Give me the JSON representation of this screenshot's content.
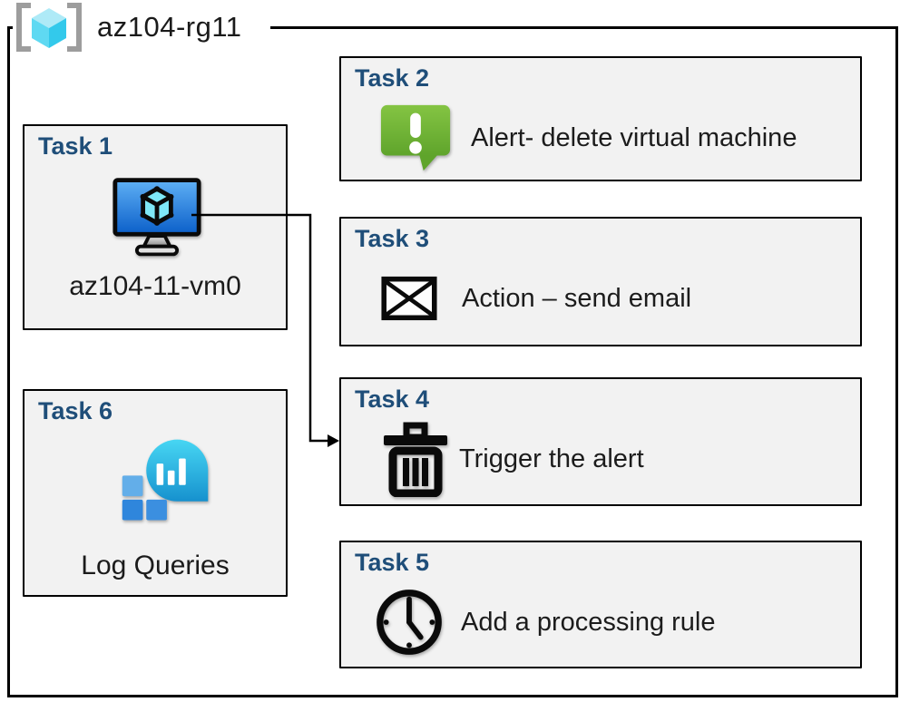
{
  "resource_group": {
    "name": "az104-rg11",
    "icon": "resource-group-icon"
  },
  "tasks": [
    {
      "title": "Task 1",
      "label": "az104-11-vm0",
      "icon": "virtual-machine-icon"
    },
    {
      "title": "Task 2",
      "label": "Alert- delete virtual machine",
      "icon": "alert-message-icon"
    },
    {
      "title": "Task 3",
      "label": "Action – send email",
      "icon": "email-envelope-icon"
    },
    {
      "title": "Task 4",
      "label": "Trigger the alert",
      "icon": "delete-trash-icon"
    },
    {
      "title": "Task 5",
      "label": "Add a processing rule",
      "icon": "clock-icon"
    },
    {
      "title": "Task 6",
      "label": "Log Queries",
      "icon": "log-analytics-icon"
    }
  ],
  "connector": {
    "from": "Task 1",
    "to": "Task 4",
    "style": "elbow-arrow"
  },
  "colors": {
    "task_title_blue": "#1F4E79",
    "box_fill": "#F2F2F2",
    "border_black": "#000000",
    "alert_green_top": "#84C443",
    "alert_green_bottom": "#5FA42B",
    "vm_screen_blue_top": "#5FB0F5",
    "vm_screen_blue_bottom": "#0B5FC9",
    "cube_cyan": "#7FE8F8",
    "log_bubble_teal_top": "#47D6F3",
    "log_bubble_teal_bottom": "#1691CE",
    "log_square_light_blue": "#63AEE9",
    "log_square_blue": "#2F86DC",
    "rg_bracket_gray": "#9D9D9D",
    "rg_cube_top": "#AEEAF7",
    "rg_cube_left": "#5FD9F2",
    "rg_cube_right": "#33C9EB"
  }
}
